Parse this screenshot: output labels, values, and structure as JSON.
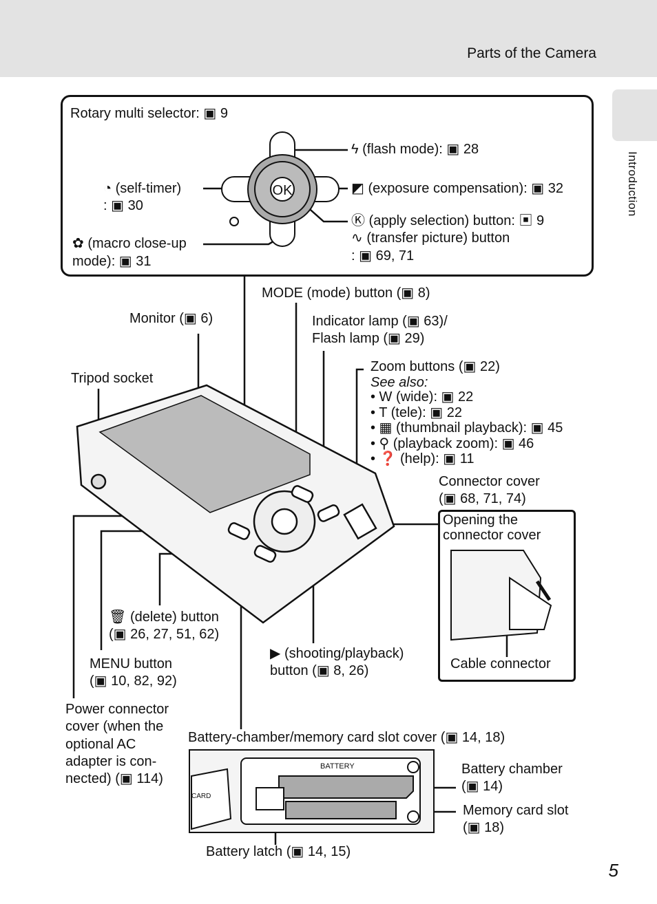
{
  "header": {
    "section_title": "Parts of the Camera"
  },
  "side_tab": {
    "label": "Introduction"
  },
  "icons": {
    "reference": "book-reference-icon",
    "flash": "flash-icon",
    "self_timer": "self-timer-icon",
    "exposure": "exposure-compensation-icon",
    "ok": "ok-icon",
    "macro": "macro-icon",
    "transfer": "transfer-icon",
    "mode": "mode-icon",
    "delete": "trash-icon",
    "menu": "menu-icon",
    "playback": "play-icon"
  },
  "selector_box": {
    "title": "Rotary multi selector: ▣ 9",
    "flash": "ϟ (flash mode): ▣ 28",
    "self_timer_1": "◔ (self-timer)",
    "self_timer_2": ": ▣ 30",
    "exposure": "◩ (exposure compensation): ▣ 32",
    "apply_1": "Ⓚ (apply selection) button: ▣ 9",
    "apply_2": "∿ (transfer picture) button",
    "apply_3": ": ▣ 69, 71",
    "macro_1": "✿ (macro close-up",
    "macro_2": "mode): ▣ 31",
    "ok_label": "OK"
  },
  "labels": {
    "mode_button": "MODE (mode) button (▣ 8)",
    "monitor": "Monitor (▣ 6)",
    "indicator_1": "Indicator lamp (▣ 63)/",
    "indicator_2": "Flash lamp (▣ 29)",
    "tripod": "Tripod socket",
    "zoom_title": "Zoom buttons (▣ 22)",
    "zoom_see_also": "See also:",
    "zoom_items": [
      "• W (wide): ▣ 22",
      "• T (tele): ▣ 22",
      "• ▦ (thumbnail playback): ▣ 45",
      "• ⚲ (playback zoom): ▣ 46",
      "• ❓ (help): ▣ 11"
    ],
    "connector_cover_1": "Connector cover",
    "connector_cover_2": "(▣ 68, 71, 74)",
    "opening_1": "Opening the",
    "opening_2": "connector cover",
    "cable_connector": "Cable connector",
    "delete_1": "🗑 (delete) button",
    "delete_2": "(▣ 26, 27, 51, 62)",
    "menu_1": "MENU button",
    "menu_2": "(▣ 10, 82, 92)",
    "playback_1": "▶ (shooting/playback)",
    "playback_2": "button (▣ 8, 26)",
    "power_1": "Power connector",
    "power_2": "cover (when the",
    "power_3": "optional AC",
    "power_4": "adapter is con-",
    "power_5": "nected) (▣ 114)",
    "battery_cover": "Battery-chamber/memory card slot cover (▣ 14, 18)",
    "battery_chamber_1": "Battery chamber",
    "battery_chamber_2": "(▣ 14)",
    "memory_slot_1": "Memory card slot",
    "memory_slot_2": "(▣ 18)",
    "battery_latch": "Battery latch (▣ 14, 15)",
    "battery_print": "BATTERY",
    "card_print": "CARD"
  },
  "page_number": "5"
}
